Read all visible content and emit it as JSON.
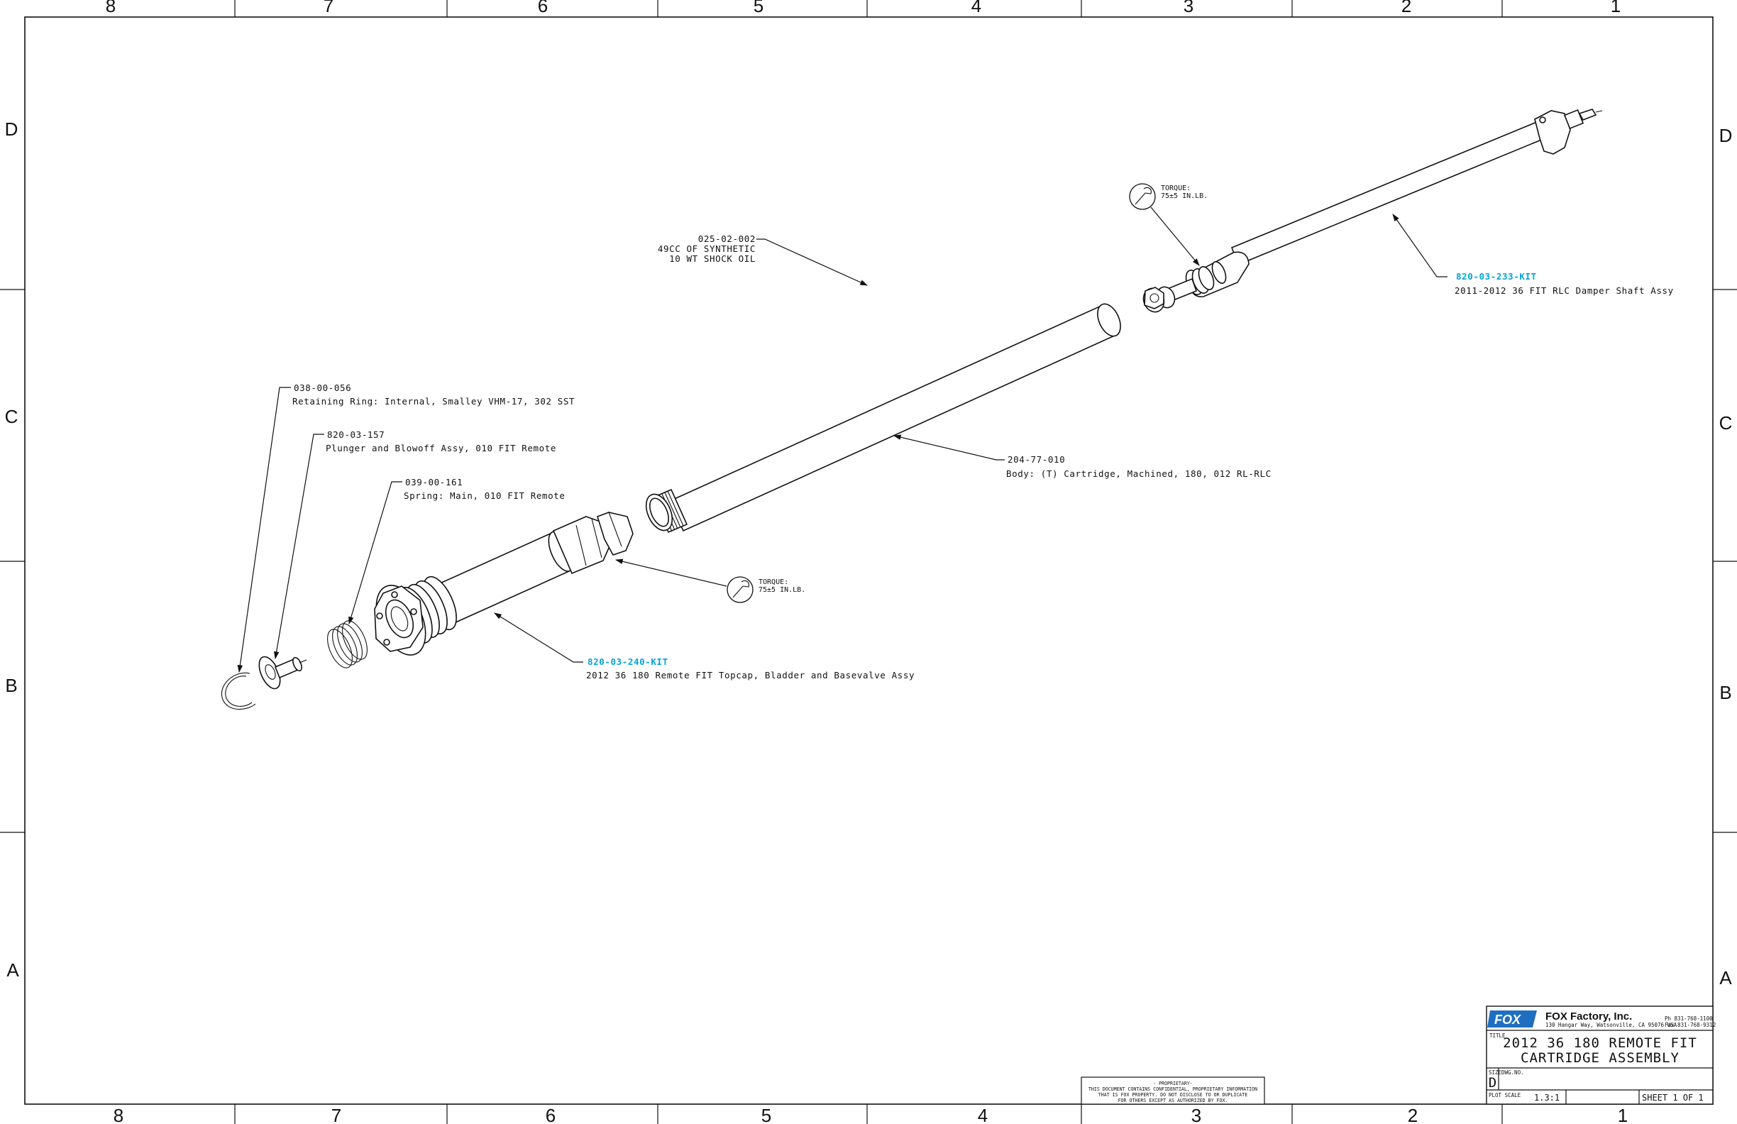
{
  "border": {
    "columns_top": [
      "8",
      "7",
      "6",
      "5",
      "4",
      "3",
      "2",
      "1"
    ],
    "columns_bottom": [
      "8",
      "7",
      "6",
      "5",
      "4",
      "3",
      "2",
      "1"
    ],
    "rows_left": [
      "D",
      "C",
      "B",
      "A"
    ],
    "rows_right": [
      "D",
      "C",
      "B",
      "A"
    ]
  },
  "callouts": {
    "oil": {
      "part_number": "025-02-002",
      "line2": "49CC OF SYNTHETIC",
      "line3": "10 WT SHOCK OIL"
    },
    "damper_shaft": {
      "part_number": "820-03-233-KIT",
      "description": "2011-2012 36 FIT RLC Damper Shaft Assy"
    },
    "body": {
      "part_number": "204-77-010",
      "description": "Body: (T) Cartridge, Machined, 180, 012 RL-RLC"
    },
    "retaining_ring": {
      "part_number": "038-00-056",
      "description": "Retaining Ring: Internal, Smalley VHM-17, 302 SST"
    },
    "plunger": {
      "part_number": "820-03-157",
      "description": "Plunger and Blowoff Assy, 010 FIT Remote"
    },
    "spring": {
      "part_number": "039-00-161",
      "description": "Spring:  Main, 010 FIT Remote"
    },
    "topcap": {
      "part_number": "820-03-240-KIT",
      "description": "2012 36 180 Remote FIT Topcap, Bladder and Basevalve Assy"
    },
    "torque_upper": {
      "label": "TORQUE:",
      "value": "75±5 IN.LB."
    },
    "torque_lower": {
      "label": "TORQUE:",
      "value": "75±5 IN.LB."
    }
  },
  "proprietary": {
    "line1": "- PROPRIETARY-",
    "line2": "THIS DOCUMENT CONTAINS CONFIDENTIAL, PROPRIETARY INFORMATION",
    "line3": "THAT IS FOX PROPERTY.  DO NOT DISCLOSE TO OR DUPLICATE",
    "line4": "FOR OTHERS EXCEPT AS AUTHORIZED BY FOX."
  },
  "title_block": {
    "logo": "FOX",
    "company": "FOX Factory, Inc.",
    "address": "130 Hangar Way, Watsonville, CA 95076 USA",
    "phone": "Ph 831-768-1100",
    "fax": "Fax 831-768-9312",
    "title_label": "TITLE",
    "title_line1": "2012 36 180 REMOTE FIT",
    "title_line2": "CARTRIDGE ASSEMBLY",
    "size_label": "SIZE",
    "size": "D",
    "dwg_no_label": "DWG.NO.",
    "plot_scale_label": "PLOT SCALE",
    "plot_scale": "1.3:1",
    "sheet": "SHEET  1 OF 1"
  },
  "colors": {
    "line": "#111111",
    "part_number_accent": "#00a4d8",
    "logo_blue": "#1f6fc0"
  }
}
